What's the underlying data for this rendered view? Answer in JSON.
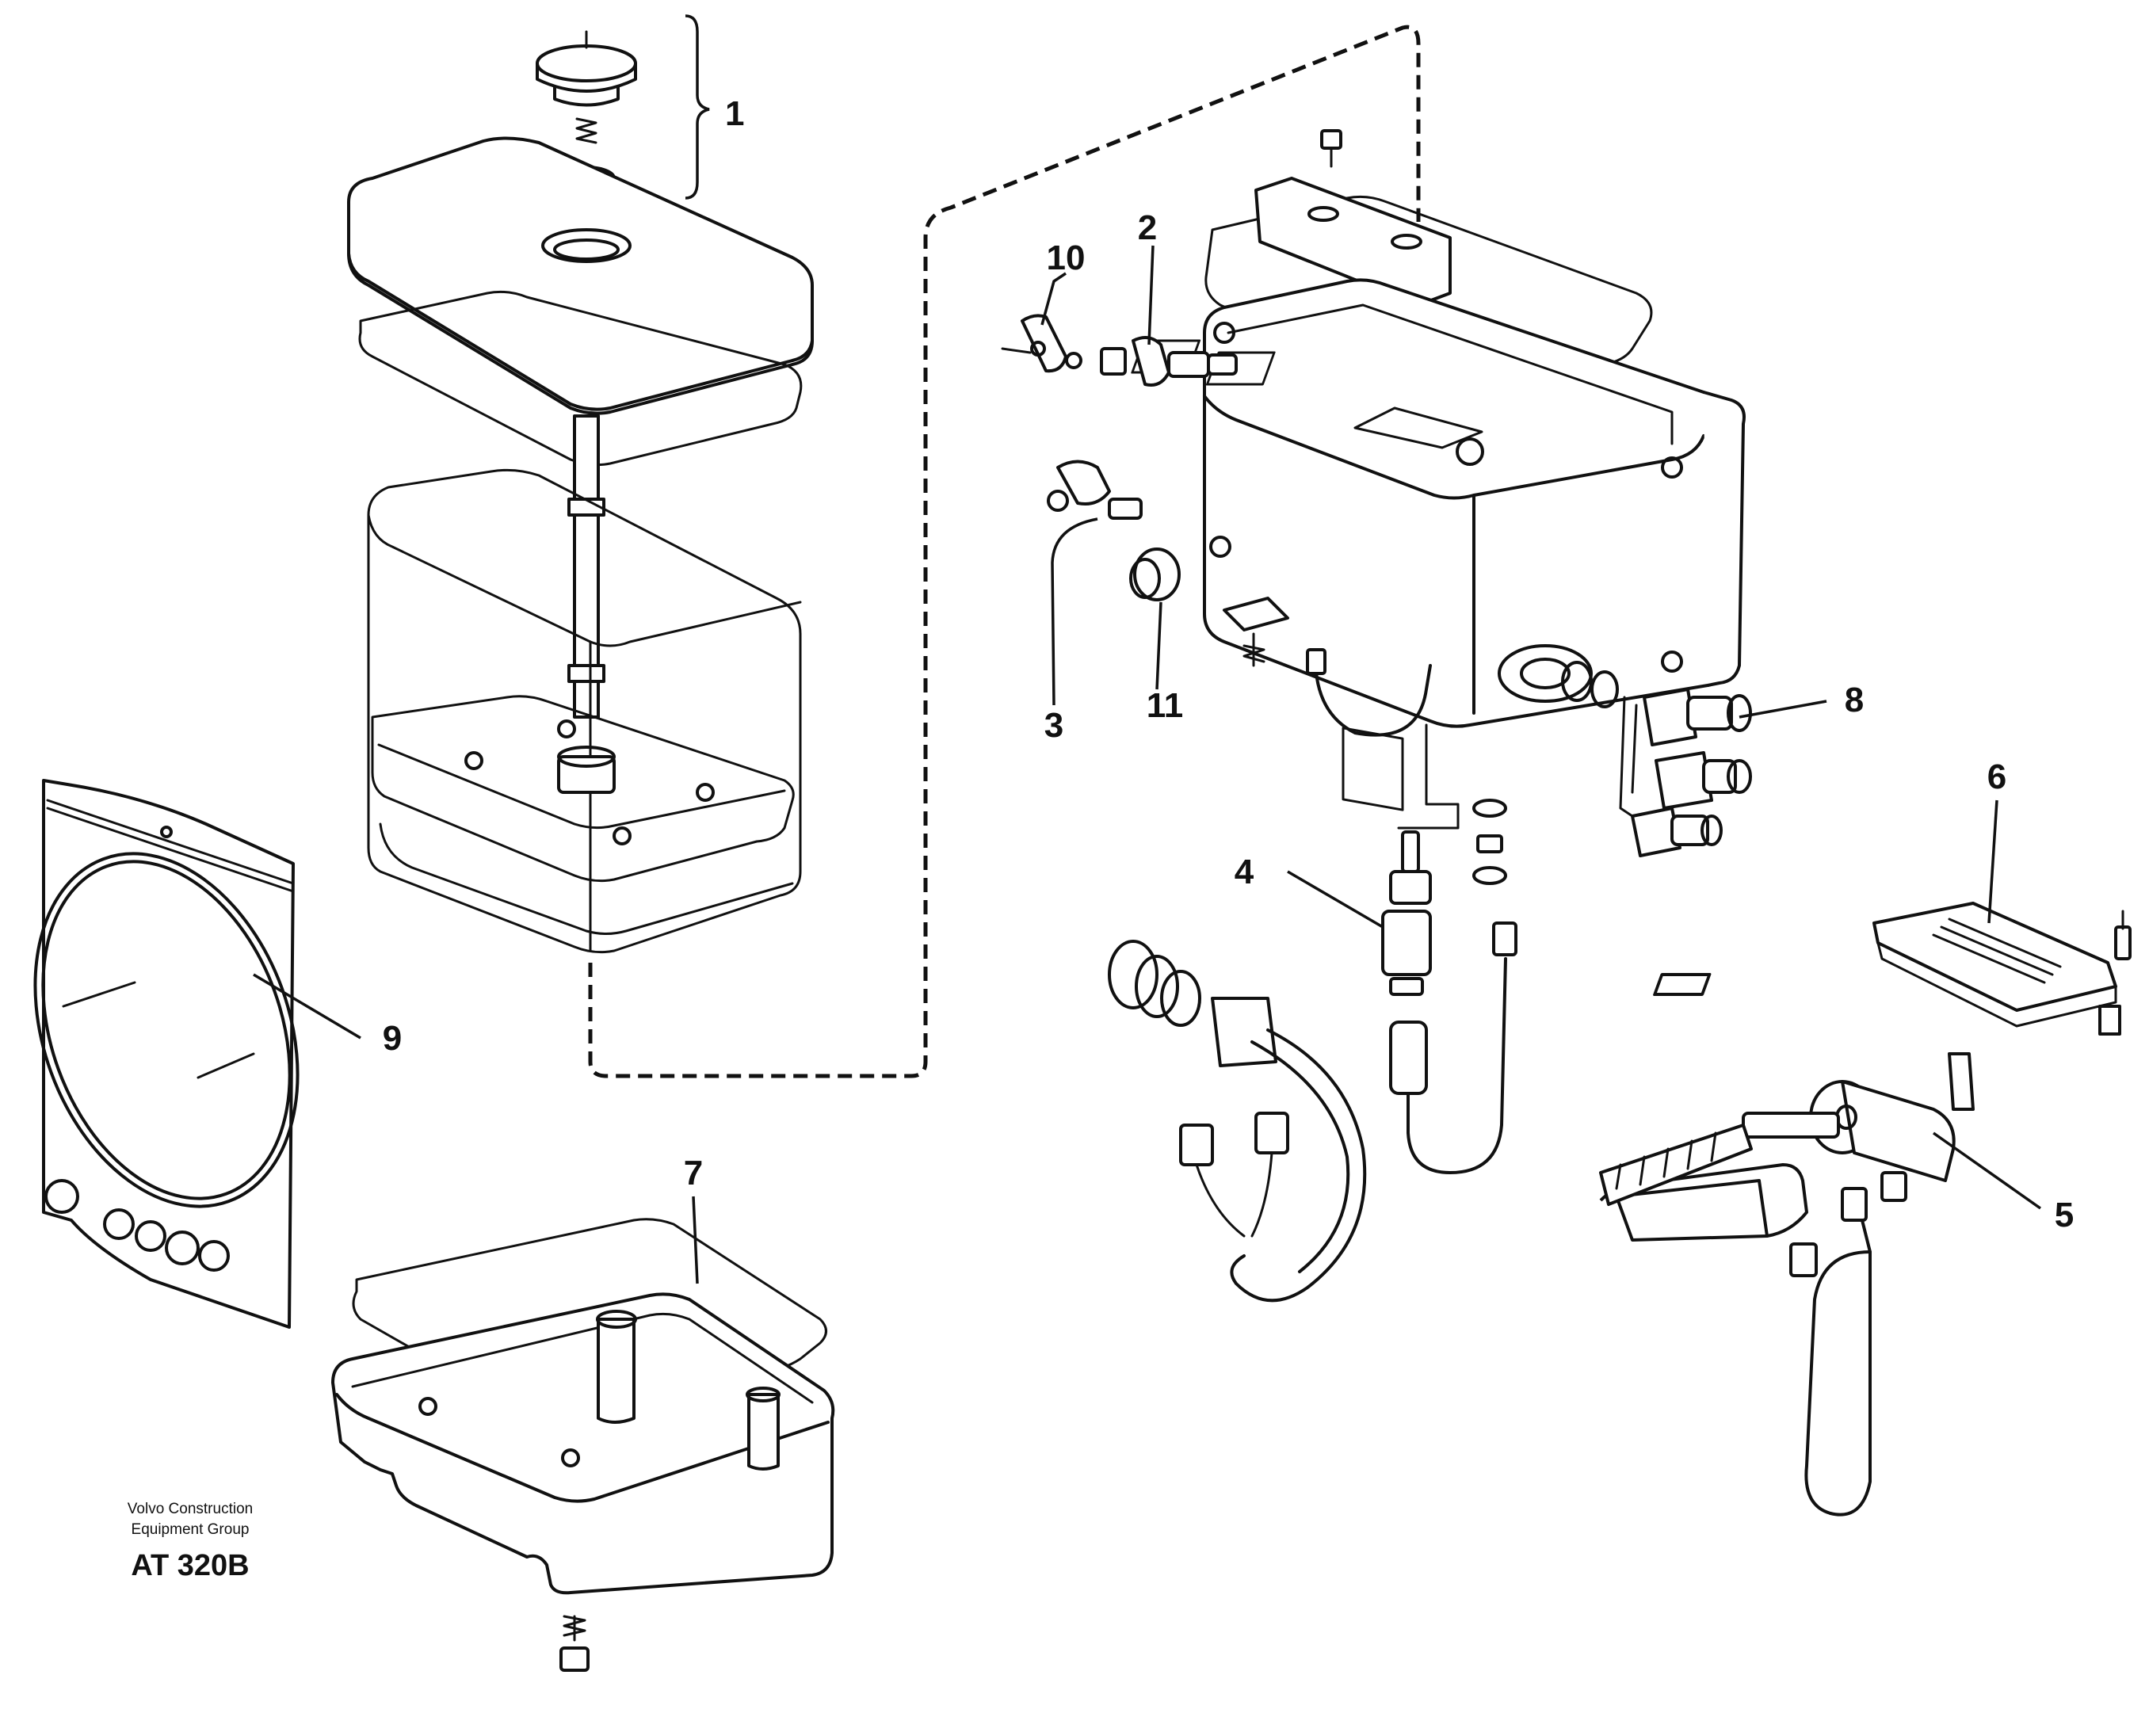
{
  "callouts": [
    {
      "id": "1",
      "text": "1"
    },
    {
      "id": "2",
      "text": "2"
    },
    {
      "id": "3",
      "text": "3"
    },
    {
      "id": "4",
      "text": "4"
    },
    {
      "id": "5",
      "text": "5"
    },
    {
      "id": "6",
      "text": "6"
    },
    {
      "id": "7",
      "text": "7"
    },
    {
      "id": "8",
      "text": "8"
    },
    {
      "id": "9",
      "text": "9"
    },
    {
      "id": "10",
      "text": "10"
    },
    {
      "id": "11",
      "text": "11"
    }
  ],
  "credit": {
    "line1": "Volvo Construction",
    "line2": "Equipment Group",
    "code": "AT 320B"
  }
}
